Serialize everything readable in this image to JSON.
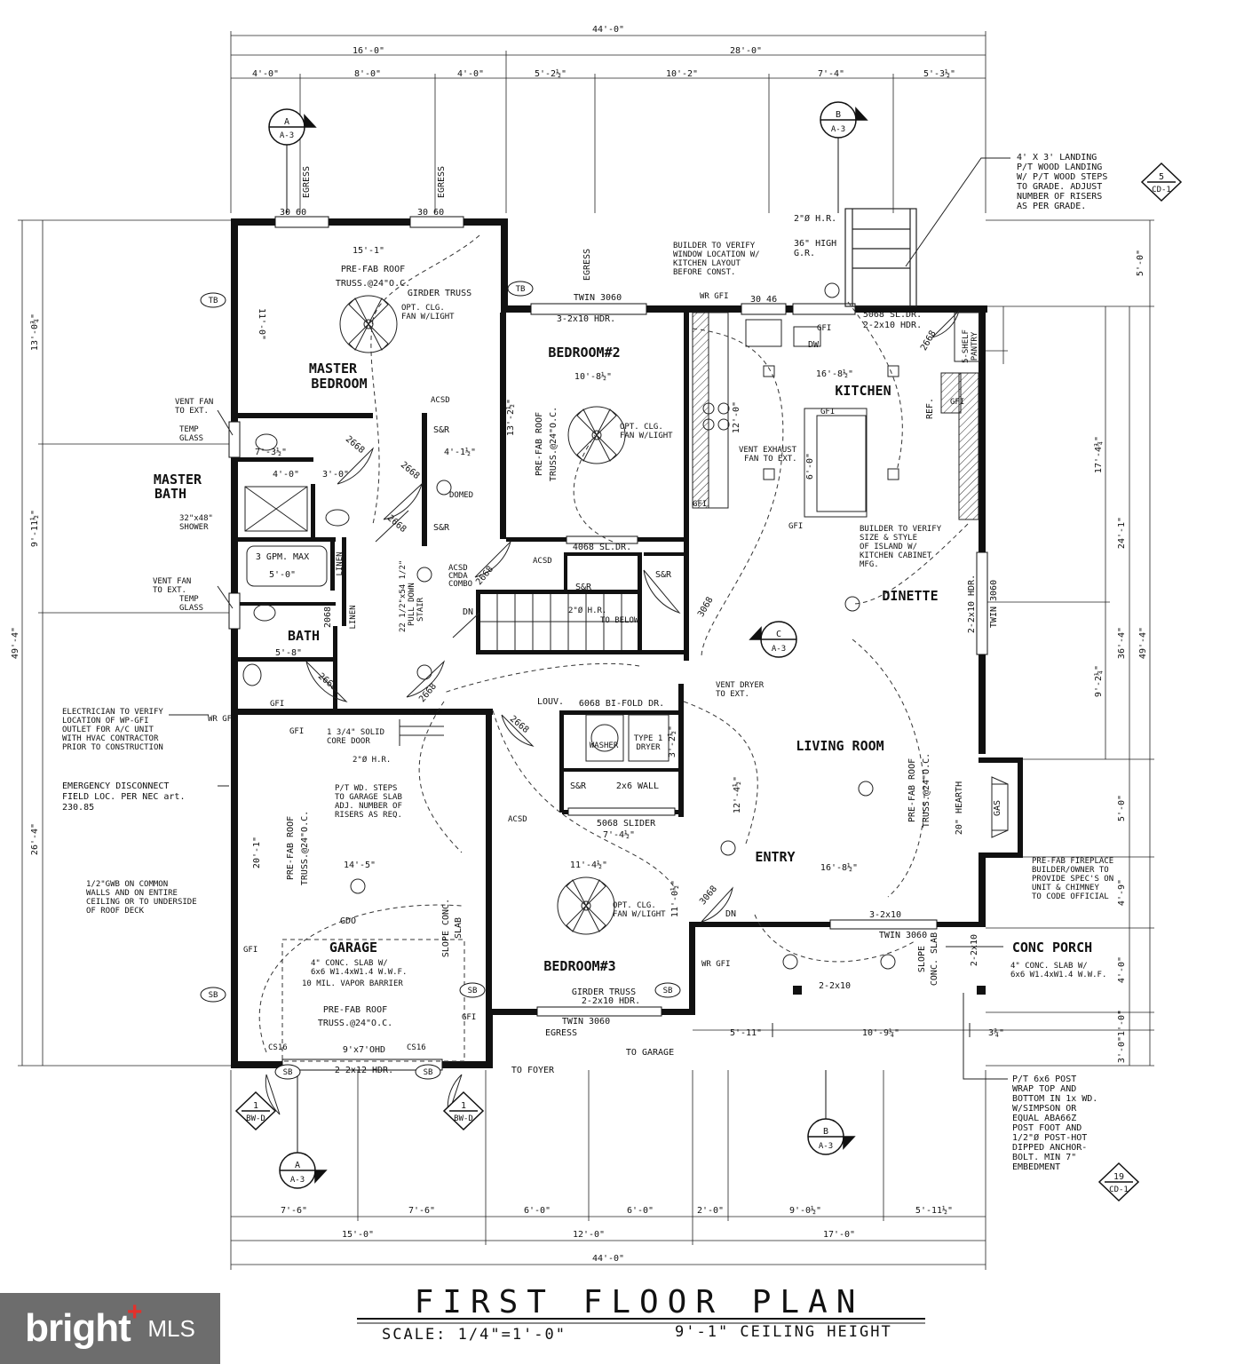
{
  "title": "FIRST FLOOR PLAN",
  "scale": "SCALE: 1/4\"=1'-0\"",
  "ceiling": "9'-1\" CEILING HEIGHT",
  "logo": {
    "brand": "bright",
    "suffix": "MLS"
  },
  "rooms": {
    "master_bedroom": [
      "MASTER",
      "BEDROOM"
    ],
    "master_bath": [
      "MASTER",
      "BATH"
    ],
    "bedroom2": "BEDROOM#2",
    "bedroom3": "BEDROOM#3",
    "kitchen": "KITCHEN",
    "dinette": "DINETTE",
    "living": "LIVING ROOM",
    "entry": "ENTRY",
    "bath": "BATH",
    "garage": "GARAGE",
    "conc_porch": "CONC PORCH"
  },
  "overall_dims": {
    "top": "44'-0\"",
    "top_left": "16'-0\"",
    "top_right": "28'-0\"",
    "top_row": [
      "4'-0\"",
      "8'-0\"",
      "4'-0\"",
      "5'-2½\"",
      "10'-2\"",
      "7'-4\"",
      "5'-3½\""
    ],
    "bottom": "44'-0\"",
    "bottom_row1": [
      "15'-0\"",
      "12'-0\"",
      "17'-0\""
    ],
    "bottom_row2": [
      "7'-6\"",
      "7'-6\"",
      "6'-0\"",
      "6'-0\"",
      "2'-0\"",
      "9'-0½\"",
      "5'-11½\""
    ],
    "left_total": "49'-4\"",
    "left_parts": [
      "13'-0¾\"",
      "9'-11½\"",
      "26'-4\""
    ],
    "right_total": "49'-4\"",
    "right_mid": "36'-4\"",
    "right_parts": [
      "5'-0\"",
      "17'-4¾\"",
      "9'-2¼\"",
      "5'-0\"",
      "4'-9\"",
      "4'-0\"",
      "1'-0\"",
      "3'-0\""
    ],
    "right_inner": "24'-1\""
  },
  "room_dims": {
    "mb_width": "15'-1\"",
    "mb_depth": "11'-0\"",
    "br2_width": "10'-8½\"",
    "br2_depth": "13'-2½\"",
    "kitchen_width": "16'-8½\"",
    "kitchen_depth": "12'-0\"",
    "island": "6'-0\"",
    "garage_width": "14'-5\"",
    "garage_depth": "20'-1\"",
    "br3_width": "11'-4½\"",
    "br3_depth": "11'-0½\"",
    "entry_width": "16'-8½\"",
    "living_depth": "12'-4½\"",
    "closet1": "4'-1½\"",
    "bath1": "7'-3½\"",
    "bath_4": "4'-0\"",
    "bath_3": "3'-0\"",
    "tub": "5'-0\"",
    "bath2_w": "5'-8\"",
    "porch1": "5'-11\"",
    "porch2": "10'-9¼\"",
    "porch3": "3¾\"",
    "laundry_w": "7'-4½\"",
    "laundry_d": "3'-2½\""
  },
  "notes": {
    "landing": [
      "4' X 3' LANDING",
      "P/T WOOD LANDING",
      "W/ P/T WOOD STEPS",
      "TO GRADE. ADJUST",
      "NUMBER OF RISERS",
      "AS PER GRADE."
    ],
    "hr": "2\"Ø H.R.",
    "gr": [
      "36\" HIGH",
      "G.R."
    ],
    "builder_window": [
      "BUILDER TO VERIFY",
      "WINDOW LOCATION W/",
      "KITCHEN LAYOUT",
      "BEFORE CONST."
    ],
    "builder_island": [
      "BUILDER TO VERIFY",
      "SIZE & STYLE",
      "OF ISLAND W/",
      "KITCHEN CABINET",
      "MFG."
    ],
    "vent_exhaust": [
      "VENT EXHAUST",
      "FAN TO EXT."
    ],
    "vent_fan1": [
      "VENT FAN",
      "TO EXT."
    ],
    "vent_fan2": [
      "VENT FAN",
      "TO EXT."
    ],
    "temp_glass1": [
      "TEMP",
      "GLASS"
    ],
    "temp_glass2": [
      "TEMP",
      "GLASS"
    ],
    "shower": [
      "32\"x48\"",
      "SHOWER"
    ],
    "electrician": [
      "ELECTRICIAN TO VERIFY",
      "LOCATION OF WP-GFI",
      "OUTLET FOR A/C UNIT",
      "WITH HVAC CONTRACTOR",
      "PRIOR TO CONSTRUCTION"
    ],
    "emergency": [
      "EMERGENCY DISCONNECT",
      "FIELD LOC. PER NEC art.",
      "230.85"
    ],
    "gwb": [
      "1/2\"GWB ON COMMON",
      "WALLS AND ON ENTIRE",
      "CEILING OR TO UNDERSIDE",
      "OF ROOF DECK"
    ],
    "fireplace": [
      "PRE-FAB FIREPLACE",
      "BUILDER/OWNER TO",
      "PROVIDE SPEC'S ON",
      "UNIT & CHIMNEY",
      "TO CODE OFFICIAL"
    ],
    "porch_slab": [
      "4\" CONC. SLAB W/",
      "6x6 W1.4xW1.4 W.W.F."
    ],
    "post": [
      "P/T 6x6 POST",
      "WRAP TOP AND",
      "BOTTOM IN 1x WD.",
      "W/SIMPSON OR",
      "EQUAL ABA66Z",
      "POST FOOT AND",
      "1/2\"Ø POST-HOT",
      "DIPPED ANCHOR-",
      "BOLT. MIN 7\"",
      "EMBEDMENT"
    ],
    "garage_slab": [
      "4\" CONC. SLAB W/",
      "6x6 W1.4xW1.4 W.W.F.",
      "10 MIL. VAPOR BARRIER"
    ],
    "solid_core": [
      "1 3/4\" SOLID",
      "CORE DOOR"
    ],
    "pt_steps": [
      "P/T WD. STEPS",
      "TO GARAGE SLAB",
      "ADJ. NUMBER OF",
      "RISERS AS REQ."
    ],
    "vent_dryer": [
      "VENT DRYER",
      "TO EXT."
    ],
    "pull_down": [
      "22 1/2\"x54 1/2\"",
      "PULL DOWN",
      "STAIR"
    ],
    "to_below": "TO BELOW",
    "opt_fan": [
      "OPT. CLG.",
      "FAN W/LIGHT"
    ],
    "roof_truss": [
      "PRE-FAB ROOF",
      "TRUSS.@24\"O.C."
    ],
    "girder": "GIRDER TRUSS",
    "egress": "EGRESS",
    "ohd": "9'x7'OHD",
    "garage_hdr": "2-2x12 HDR.",
    "to_foyer": "TO FOYER",
    "to_garage": "TO GARAGE",
    "slope_slab": [
      "SLOPE CONC.",
      "SLAB"
    ],
    "slope_porch": [
      "SLOPE",
      "CONC. SLAB"
    ],
    "hearth": "20\" HEARTH",
    "gas": "GAS",
    "twin3060": "TWIN 3060",
    "hdr_3_2x10": "3-2x10 HDR.",
    "hdr_2_2x10": "2-2x10 HDR.",
    "hdr_2x10": "2-2x10",
    "hdr_3x10": "3-2x10",
    "sl_dr": "5068 SL.DR.",
    "sl_dr4": "4068 SL.DR.",
    "slider": "5068 SLIDER",
    "bifold": "6068 BI-FOLD DR.",
    "louv": "LOUV.",
    "washer": "WASHER",
    "dryer": [
      "TYPE 1",
      "DRYER"
    ],
    "pantry": [
      "5-SHELF",
      "PANTRY"
    ],
    "ref": "REF.",
    "dw": "DW",
    "gpm": "3 GPM. MAX",
    "linen": "LINEN",
    "acsd": "ACSD",
    "acsd_combo": [
      "ACSD",
      "CMDA",
      "COMBO"
    ],
    "domed": "DOMED",
    "gdo": "GDO",
    "wall2x6": "2x6 WALL",
    "window3060": "30 60",
    "window3046": "30 46",
    "door2668": "2668",
    "door3068": "3068",
    "door2068": "2068",
    "sr": "S&R",
    "gfi": "GFI",
    "wr_gfi": "WR GFI",
    "dn": "DN",
    "tb": "TB",
    "sb": "SB",
    "csi6": "CS16",
    "hr2": "2\"Ø H.R."
  },
  "section_marks": [
    {
      "letter": "A",
      "sheet": "A-3"
    },
    {
      "letter": "B",
      "sheet": "A-3"
    },
    {
      "letter": "C",
      "sheet": "A-3"
    },
    {
      "letter": "B",
      "sheet": "A-3"
    },
    {
      "letter": "A",
      "sheet": "A-3"
    }
  ],
  "detail_marks": [
    {
      "num": "5",
      "sheet": "CD-1"
    },
    {
      "num": "19",
      "sheet": "CD-1"
    },
    {
      "num": "1",
      "sheet": "BW-D"
    },
    {
      "num": "1",
      "sheet": "BW-D"
    }
  ]
}
